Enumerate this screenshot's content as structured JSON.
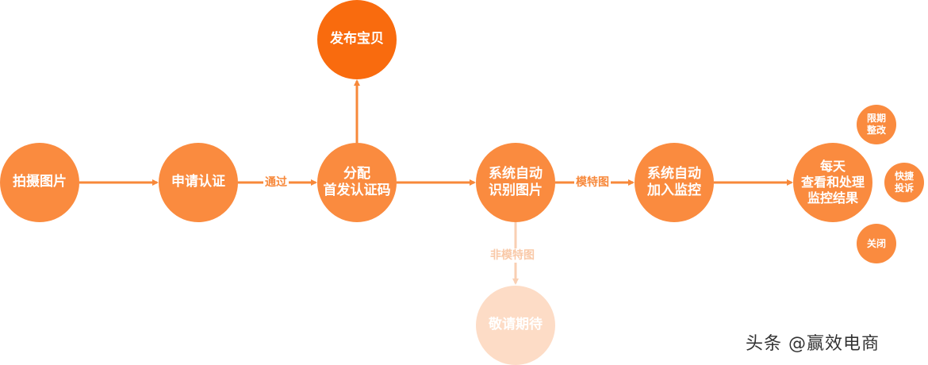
{
  "colors": {
    "node": "#FA8B3F",
    "primary": "#F96B0E",
    "faded": "#FDDCC6",
    "arrow": "#F7883A",
    "arrow_faded": "#F9CFB3",
    "label": "#F7883A",
    "label_faded": "#F9C9A8"
  },
  "nodes": {
    "photo": "拍摄图片",
    "apply": "申请认证",
    "assign": "分配\n首发认证码",
    "publish": "发布宝贝",
    "recognize": "系统自动\n识别图片",
    "wait": "敬请期待",
    "monitor": "系统自动\n加入监控",
    "daily": "每天\n查看和处理\n监控结果",
    "rectify": "限期\n整改",
    "complain": "快捷\n投诉",
    "close": "关闭"
  },
  "edge_labels": {
    "pass": "通过",
    "model_image": "模特图",
    "non_model_image": "非模特图"
  },
  "watermark": "头条 @赢效电商"
}
